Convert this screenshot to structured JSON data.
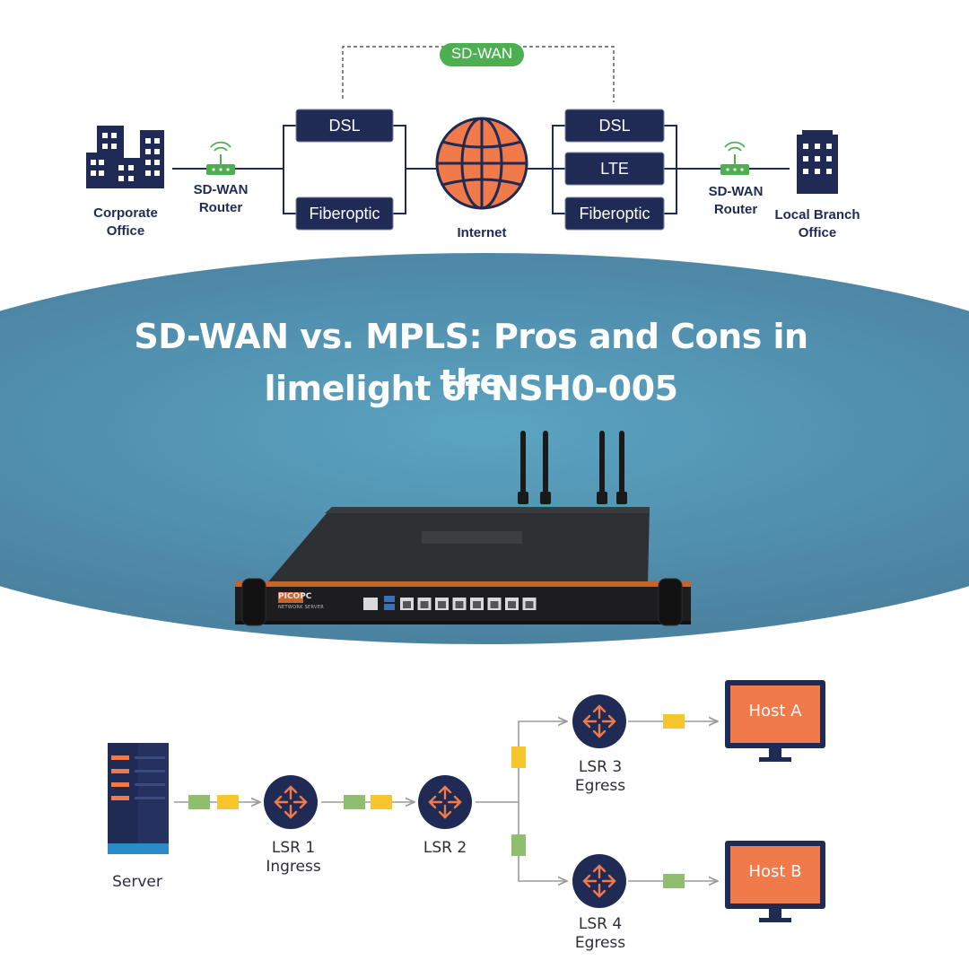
{
  "top_diagram": {
    "sdwan_badge": "SD-WAN",
    "corporate_office": [
      "Corporate",
      "Office"
    ],
    "left_router": [
      "SD-WAN",
      "Router"
    ],
    "left_links": [
      "DSL",
      "Fiberoptic"
    ],
    "internet": "Internet",
    "right_links": [
      "DSL",
      "LTE",
      "Fiberoptic"
    ],
    "right_router": [
      "SD-WAN",
      "Router"
    ],
    "branch_office": [
      "Local Branch",
      "Office"
    ]
  },
  "title": {
    "line1": "SD-WAN vs. MPLS: Pros and Cons in the",
    "line2": "limelight of NSH0-005"
  },
  "device": {
    "brand": "PICOPC",
    "subtitle": "NETWORK SERVER"
  },
  "bottom_diagram": {
    "server": "Server",
    "lsr1": [
      "LSR 1",
      "Ingress"
    ],
    "lsr2": "LSR 2",
    "lsr3": [
      "LSR 3",
      "Egress"
    ],
    "lsr4": [
      "LSR 4",
      "Egress"
    ],
    "host_a": "Host A",
    "host_b": "Host B"
  },
  "colors": {
    "navy": "#1f2b54",
    "green": "#4caf50",
    "orange": "#f07a4a",
    "ellipse": "#4f89a6",
    "packet_green": "#8fbe6e",
    "packet_yellow": "#f7c52c"
  }
}
